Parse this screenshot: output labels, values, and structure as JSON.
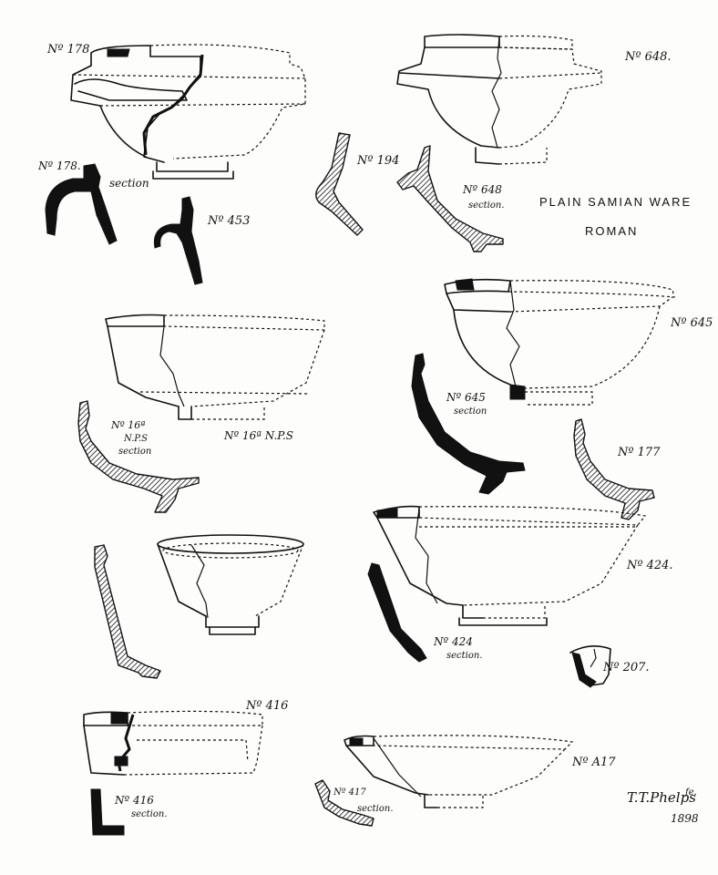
{
  "title": {
    "line1": "PLAIN SAMIAN WARE",
    "line2": "ROMAN"
  },
  "labels": {
    "no178": "Nº 178",
    "no648": "Nº 648.",
    "no178_sec_no": "Nº 178.",
    "no178_sec_word": "section",
    "no453": "Nº 453",
    "no194": "Nº 194",
    "no648_sec_no": "Nº 648",
    "no648_sec_word": "section.",
    "no645": "Nº 645",
    "no16_no": "Nº 16ª",
    "no16_np": "N.P.S",
    "no16_sec_word": "section",
    "no16_vessel": "Nº 16ª N.P.S",
    "no645_sec_no": "Nº 645",
    "no645_sec_word": "section",
    "no177": "Nº 177",
    "no424": "Nº 424.",
    "no424_sec_no": "Nº 424",
    "no424_sec_word": "section.",
    "no207": "Nº 207.",
    "no416": "Nº 416",
    "no416_sec_no": "Nº 416",
    "no416_sec_word": "section.",
    "no417": "Nº A17",
    "no417_sec_no": "Nº 417",
    "no417_sec_word": "section."
  },
  "signature": {
    "name": "T.T.Phelps",
    "suffix": "fe.",
    "year": "1898"
  }
}
